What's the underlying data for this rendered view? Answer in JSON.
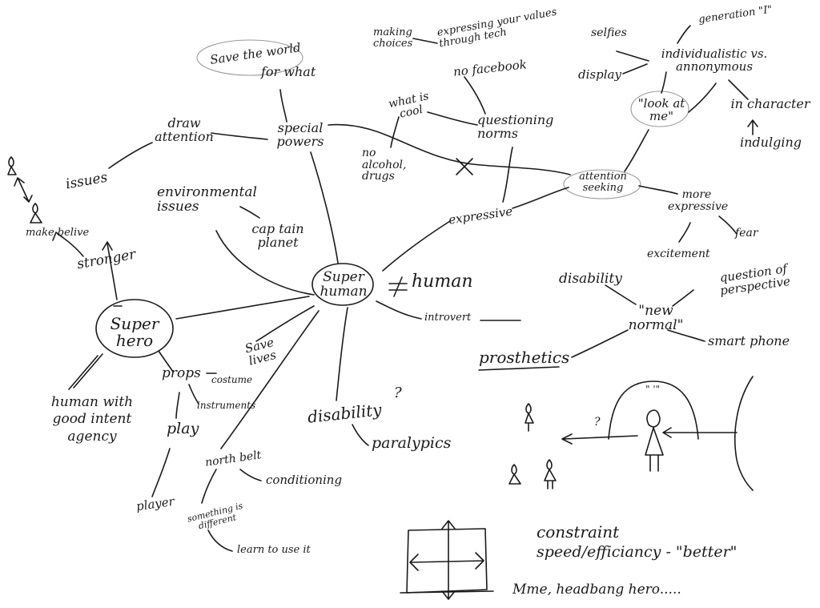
{
  "nodes": {
    "save_the_world": "Save the world",
    "for_what": "for what",
    "special_powers": "special powers",
    "draw_attention": "draw attention",
    "issues": "issues",
    "make_believe": "make belive",
    "stronger": "stronger",
    "super_hero": "Super hero",
    "super_human": "Super human",
    "not_equal": "≠",
    "human": "human",
    "environmental_issues": "environmental issues",
    "captain_planet": "cap tain planet",
    "making_choices": "making choices",
    "expressing_values": "expressing your values through tech",
    "no_facebook": "no facebook",
    "what_is_cool": "what is cool",
    "no_alcohol_drugs": "no alcohol, drugs",
    "questioning_norms": "questioning norms",
    "selfies": "selfies",
    "generation_i": "generation \"I\"",
    "display": "display",
    "individualistic": "individualistic vs. annonymous",
    "look_at_me": "\"look at me\"",
    "in_character": "in character",
    "indulging": "indulging",
    "attention_seeking": "attention seeking",
    "more_expressive": "more expressive",
    "fear": "fear",
    "excitement": "excitement",
    "expressive": "expressive",
    "introvert": "introvert",
    "disability_right": "disability",
    "question_of_perspective": "question of perspective",
    "new_normal": "\"new normal\"",
    "smartphone": "smart phone",
    "prosthetics": "prosthetics",
    "save_lives": "Save lives",
    "props": "props",
    "costume": "costume",
    "instruments": "instruments",
    "play": "play",
    "player": "player",
    "human_good_intent": "human with good intent agency",
    "north_belt": "north belt",
    "conditioning": "conditioning",
    "something_different": "something is different",
    "learn_to_use": "learn to use it",
    "disability_center": "disability",
    "question_mark": "?",
    "paralympics": "paralypics",
    "constraint": "constraint",
    "speed_efficiency": "speed/efficiancy - \"better\"",
    "headbang_hero": "Mme, headbang hero.....",
    "sketch_question": "?",
    "sketch_quotes": "\" '\""
  }
}
